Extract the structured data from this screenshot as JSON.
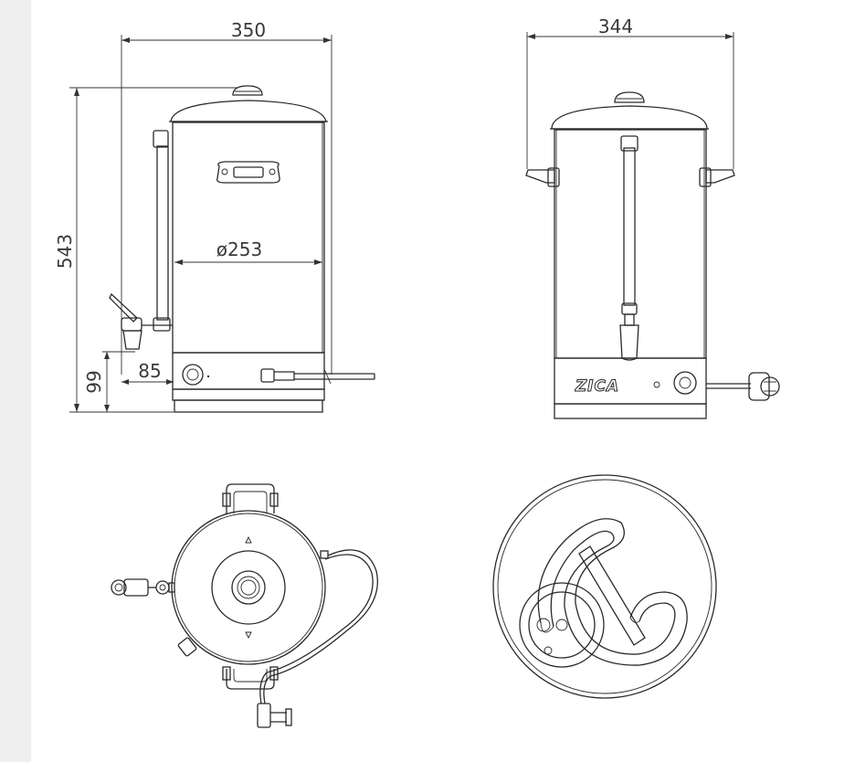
{
  "labels": {
    "dim_width_side": "350",
    "dim_width_front": "344",
    "dim_height": "543",
    "dim_diameter": "ø253",
    "dim_tap_offset": "85",
    "dim_tap_height": "99",
    "brand": "ZICA"
  },
  "colors": {
    "background": "#ffffff",
    "left_strip": "#efefef",
    "line": "#2a2a2a"
  }
}
